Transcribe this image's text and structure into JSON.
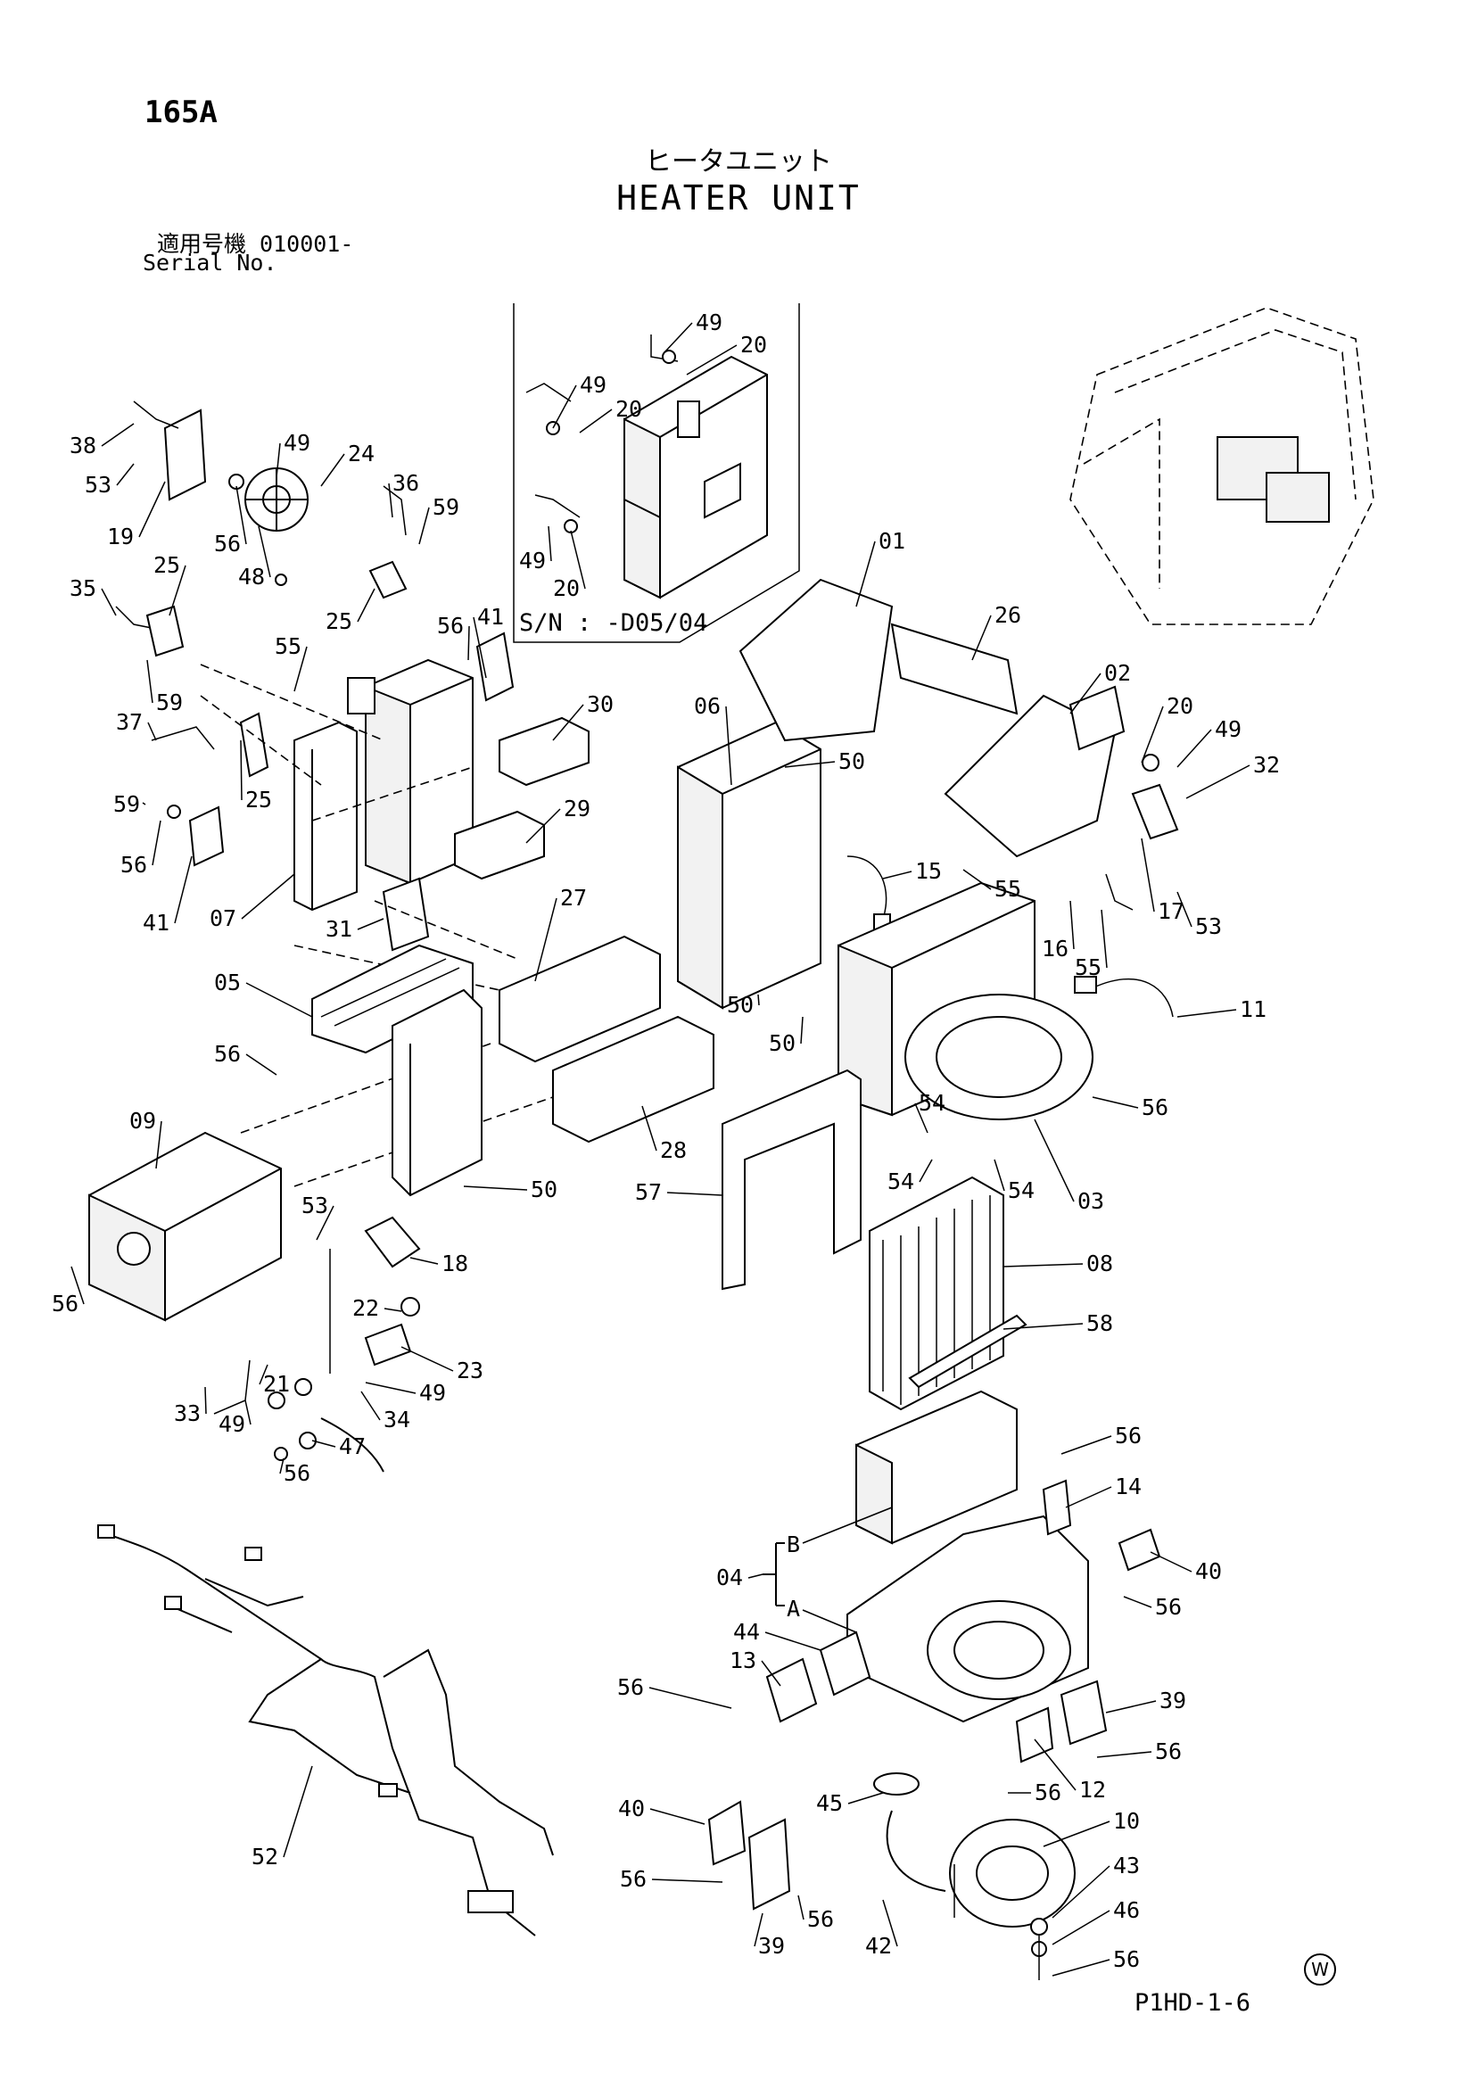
{
  "header": {
    "page_number": "165A",
    "title_jp": "ヒータユニット",
    "title_en": "HEATER UNIT",
    "serial_label_jp": "適用号機  010001-",
    "serial_label_en": "Serial No.",
    "doc_code": "P1HD-1-6",
    "watermark_letter": "W"
  },
  "inset": {
    "serial_note": "S/N : -D05/04"
  },
  "diagram": {
    "callouts": [
      "01",
      "02",
      "03",
      "04",
      "05",
      "06",
      "07",
      "08",
      "09",
      "10",
      "11",
      "12",
      "13",
      "14",
      "15",
      "16",
      "17",
      "18",
      "19",
      "20",
      "21",
      "22",
      "23",
      "24",
      "25",
      "26",
      "27",
      "28",
      "29",
      "30",
      "31",
      "32",
      "33",
      "34",
      "35",
      "36",
      "37",
      "38",
      "39",
      "40",
      "41",
      "42",
      "43",
      "44",
      "45",
      "46",
      "47",
      "48",
      "49",
      "50",
      "52",
      "53",
      "54",
      "55",
      "56",
      "57",
      "58",
      "59"
    ],
    "sub_labels": [
      "A",
      "B"
    ]
  }
}
